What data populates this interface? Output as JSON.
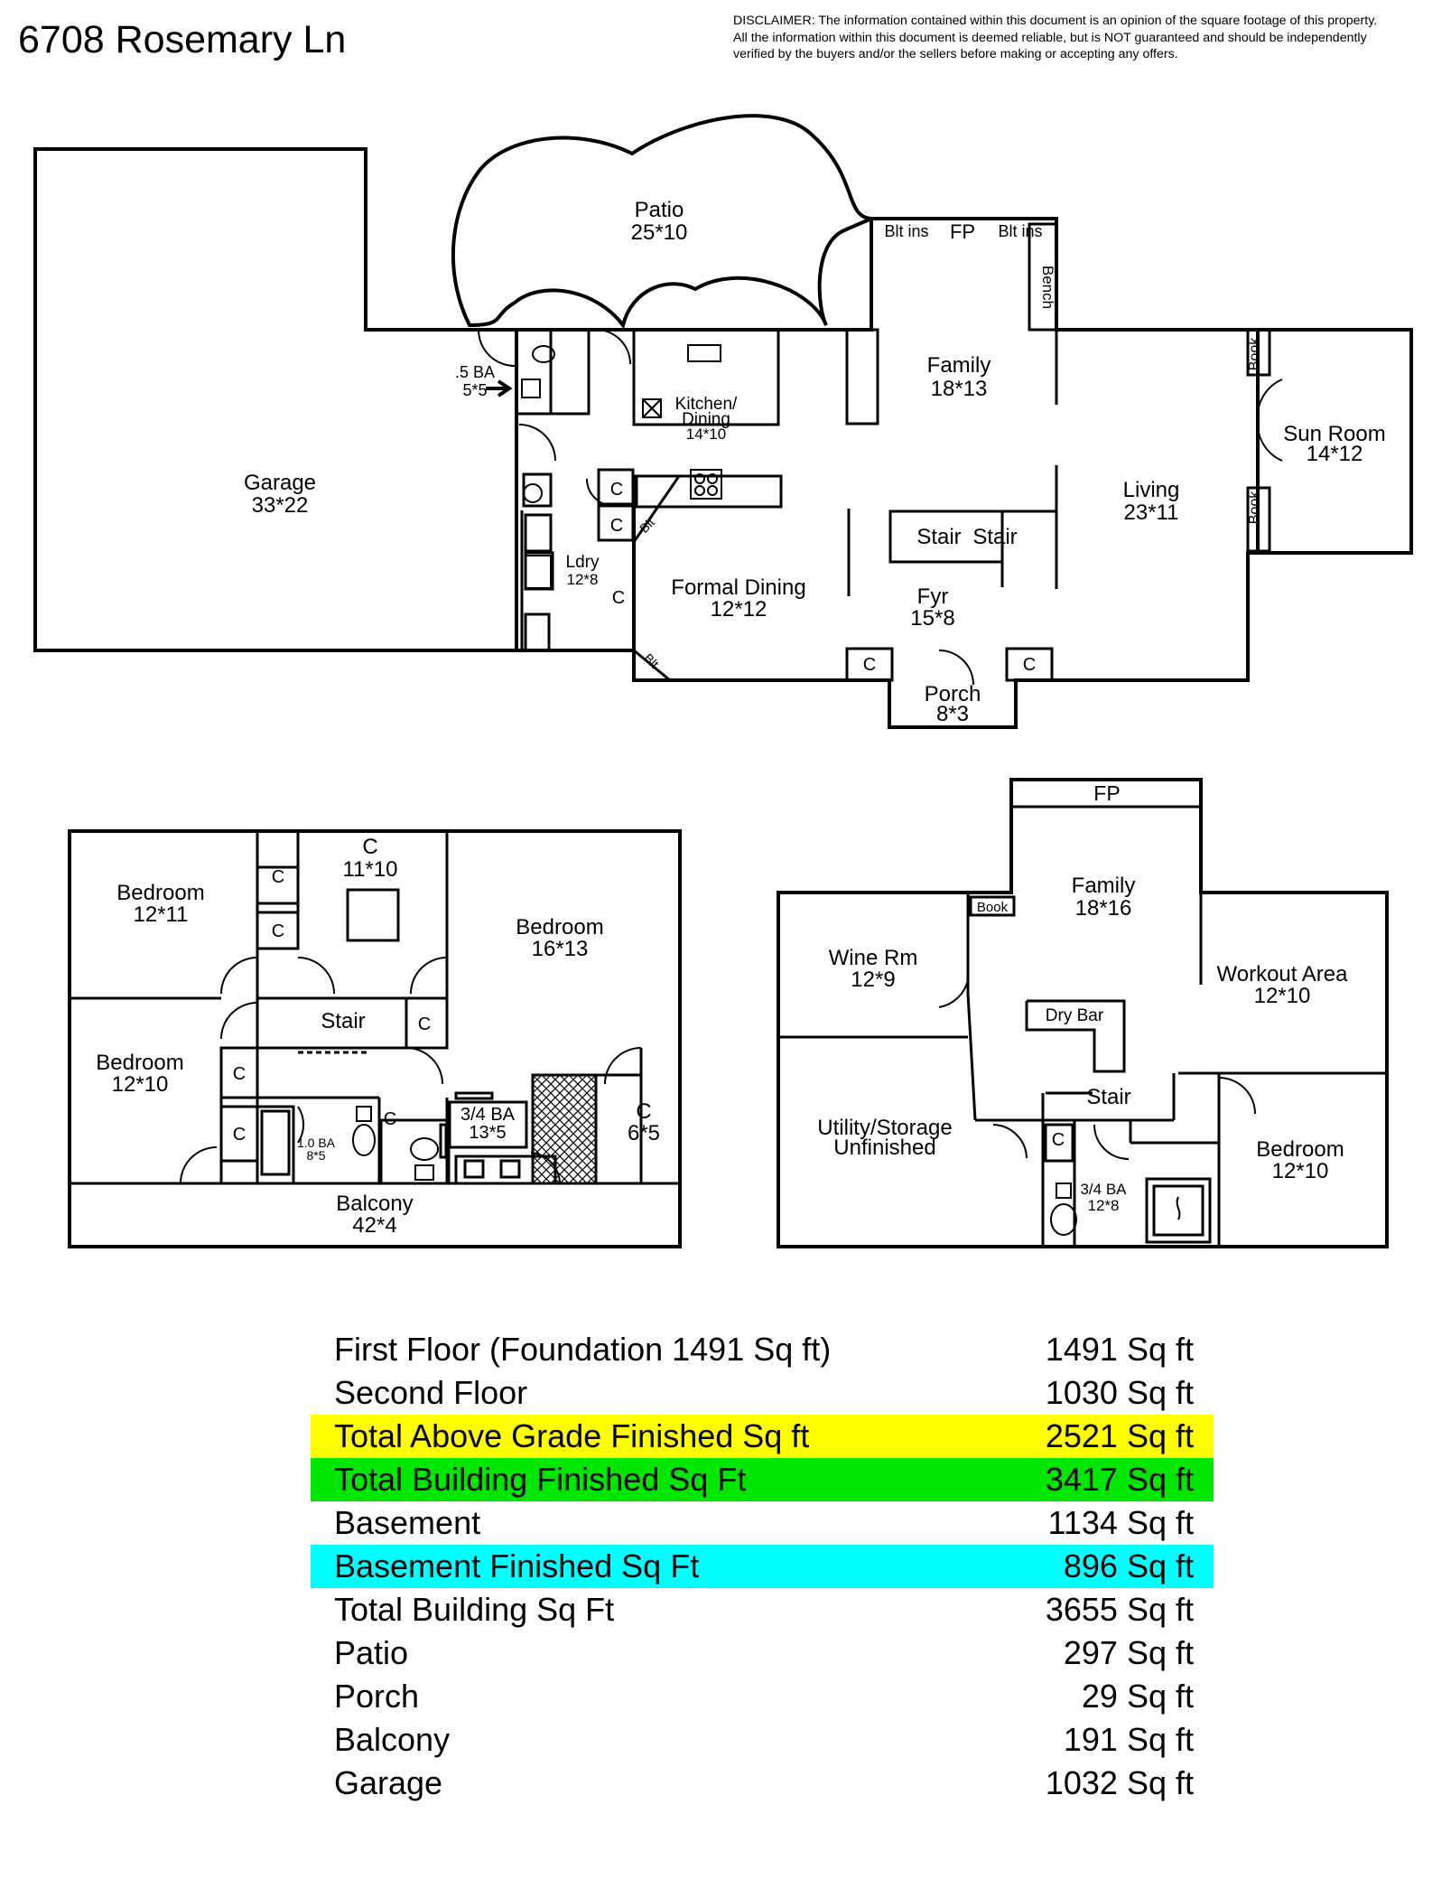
{
  "header": {
    "address": "6708 Rosemary Ln",
    "disclaimer_lines": [
      "DISCLAIMER: The information contained within this document is an opinion of the square footage of this property.",
      "All the information within this document is deemed reliable, but is NOT guaranteed and should be independently",
      "verified by the buyers and/or the sellers before making or accepting any offers."
    ]
  },
  "first_floor": {
    "garage": {
      "name": "Garage",
      "dims": "33*22"
    },
    "patio": {
      "name": "Patio",
      "dims": "25*10"
    },
    "half_bath": {
      "name": ".5 BA",
      "dims": "5*5"
    },
    "kitchen": {
      "name1": "Kitchen/",
      "name2": "Dining",
      "dims": "14*10"
    },
    "family": {
      "name": "Family",
      "dims": "18*13"
    },
    "living": {
      "name": "Living",
      "dims": "23*11"
    },
    "sun_room": {
      "name": "Sun Room",
      "dims": "14*12"
    },
    "laundry": {
      "name": "Ldry",
      "dims": "12*8"
    },
    "formal_dining": {
      "name": "Formal Dining",
      "dims": "12*12"
    },
    "foyer": {
      "name": "Fyr",
      "dims": "15*8"
    },
    "porch": {
      "name": "Porch",
      "dims": "8*3"
    },
    "stair_1": "Stair",
    "stair_2": "Stair",
    "blt_ins_left": "Blt ins",
    "fp": "FP",
    "blt_ins_right": "Blt ins",
    "bench": "Bench",
    "book_upper": "Book",
    "book_lower": "Book",
    "blt_1": "Blt",
    "blt_2": "Blt",
    "closet": "C"
  },
  "second_floor": {
    "bedroom_nw": {
      "name": "Bedroom",
      "dims": "12*11"
    },
    "bedroom_sw": {
      "name": "Bedroom",
      "dims": "12*10"
    },
    "bedroom_ne": {
      "name": "Bedroom",
      "dims": "16*13"
    },
    "walkin_closet": {
      "name": "C",
      "dims": "11*10"
    },
    "closet_small": {
      "name": "C",
      "dims": "6*5"
    },
    "stair": "Stair",
    "full_bath": {
      "name": "1.0 BA",
      "dims": "8*5"
    },
    "three_quarter_bath": {
      "name": "3/4 BA",
      "dims": "13*5"
    },
    "balcony": {
      "name": "Balcony",
      "dims": "42*4"
    },
    "closet": "C"
  },
  "basement": {
    "fp": "FP",
    "family": {
      "name": "Family",
      "dims": "18*16"
    },
    "book": "Book",
    "wine": {
      "name": "Wine Rm",
      "dims": "12*9"
    },
    "workout": {
      "name": "Workout Area",
      "dims": "12*10"
    },
    "dry_bar": "Dry Bar",
    "stair": "Stair",
    "utility": {
      "name1": "Utility/Storage",
      "name2": "Unfinished"
    },
    "bath": {
      "name": "3/4 BA",
      "dims": "12*8"
    },
    "bedroom": {
      "name": "Bedroom",
      "dims": "12*10"
    },
    "closet": "C"
  },
  "area_summary": {
    "rows": [
      {
        "label": "First Floor (Foundation 1491 Sq ft)",
        "value": "1491 Sq ft",
        "highlight": ""
      },
      {
        "label": "Second Floor",
        "value": "1030 Sq ft",
        "highlight": ""
      },
      {
        "label": "Total Above Grade Finished Sq ft",
        "value": "2521 Sq ft",
        "highlight": "#ffff00"
      },
      {
        "label": "Total Building Finished Sq Ft",
        "value": "3417 Sq ft",
        "highlight": "#00e600"
      },
      {
        "label": "Basement",
        "value": "1134 Sq ft",
        "highlight": ""
      },
      {
        "label": "Basement Finished Sq Ft",
        "value": "896 Sq ft",
        "highlight": "#00ffff"
      },
      {
        "label": "Total Building Sq Ft",
        "value": "3655 Sq ft",
        "highlight": ""
      },
      {
        "label": "Patio",
        "value": "297 Sq ft",
        "highlight": ""
      },
      {
        "label": "Porch",
        "value": "29 Sq ft",
        "highlight": ""
      },
      {
        "label": "Balcony",
        "value": "191 Sq ft",
        "highlight": ""
      },
      {
        "label": "Garage",
        "value": "1032 Sq ft",
        "highlight": ""
      }
    ]
  }
}
